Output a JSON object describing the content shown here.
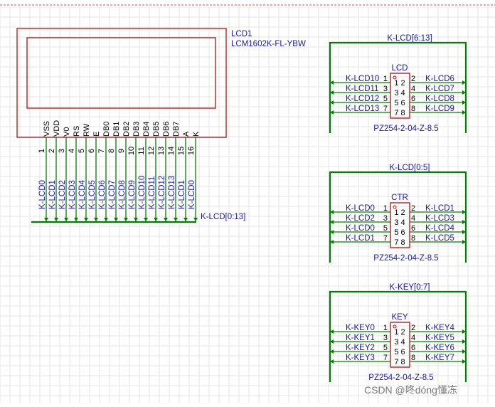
{
  "lcd": {
    "designator": "LCD1",
    "part": "LCM1602K-FL-YBW",
    "pin_names": [
      "VSS",
      "VDD",
      "V0",
      "RS",
      "RW",
      "E",
      "DB0",
      "DB1",
      "DB2",
      "DB3",
      "DB4",
      "DB5",
      "DB6",
      "DB7",
      "A",
      "K"
    ],
    "pin_numbers": [
      "1",
      "2",
      "3",
      "4",
      "5",
      "6",
      "7",
      "8",
      "9",
      "10",
      "11",
      "12",
      "13",
      "14",
      "15",
      "16"
    ],
    "nets": [
      "K-LCD0",
      "K-LCD1",
      "K-LCD2",
      "K-LCD3",
      "K-LCD4",
      "K-LCD5",
      "K-LCD6",
      "K-LCD7",
      "K-LCD8",
      "K-LCD9",
      "K-LCD10",
      "K-LCD11",
      "K-LCD12",
      "K-LCD13",
      "K-LCD1",
      "K-LCD0"
    ],
    "bus_label": "K-LCD[0:13]"
  },
  "headers": [
    {
      "bus": "K-LCD[6:13]",
      "name": "LCD",
      "part": "PZ254-2-04-Z-8.5",
      "left_nets": [
        "K-LCD10",
        "K-LCD11",
        "K-LCD12",
        "K-LCD13"
      ],
      "left_pins": [
        "1",
        "3",
        "5",
        "7"
      ],
      "right_nets": [
        "K-LCD6",
        "K-LCD7",
        "K-LCD8",
        "K-LCD9"
      ],
      "right_pins": [
        "2",
        "4",
        "6",
        "8"
      ],
      "inner_pairs": [
        "1 2",
        "3 4",
        "5 6",
        "7 8"
      ]
    },
    {
      "bus": "K-LCD[0:5]",
      "name": "CTR",
      "part": "PZ254-2-04-Z-8.5",
      "left_nets": [
        "K-LCD0",
        "K-LCD2",
        "K-LCD0",
        "K-LCD1"
      ],
      "left_pins": [
        "1",
        "3",
        "5",
        "7"
      ],
      "right_nets": [
        "K-LCD1",
        "K-LCD3",
        "K-LCD4",
        "K-LCD5"
      ],
      "right_pins": [
        "2",
        "4",
        "6",
        "8"
      ],
      "inner_pairs": [
        "1 2",
        "3 4",
        "5 6",
        "7 8"
      ]
    },
    {
      "bus": "K-KEY[0:7]",
      "name": "KEY",
      "part": "PZ254-2-04-Z-8.5",
      "left_nets": [
        "K-KEY0",
        "K-KEY1",
        "K-KEY2",
        "K-KEY3"
      ],
      "left_pins": [
        "1",
        "3",
        "5",
        "7"
      ],
      "right_nets": [
        "K-KEY4",
        "K-KEY5",
        "K-KEY6",
        "K-KEY7"
      ],
      "right_pins": [
        "2",
        "4",
        "6",
        "8"
      ],
      "inner_pairs": [
        "1 2",
        "3 4",
        "5 6",
        "7 8"
      ]
    }
  ],
  "watermark": "CSDN @咚dóng懂冻",
  "colors": {
    "wire": "#008000",
    "body": "#aa1111",
    "label": "#1a1aa6",
    "grid": "#e4e4e4",
    "border_dash": "#d05050"
  }
}
